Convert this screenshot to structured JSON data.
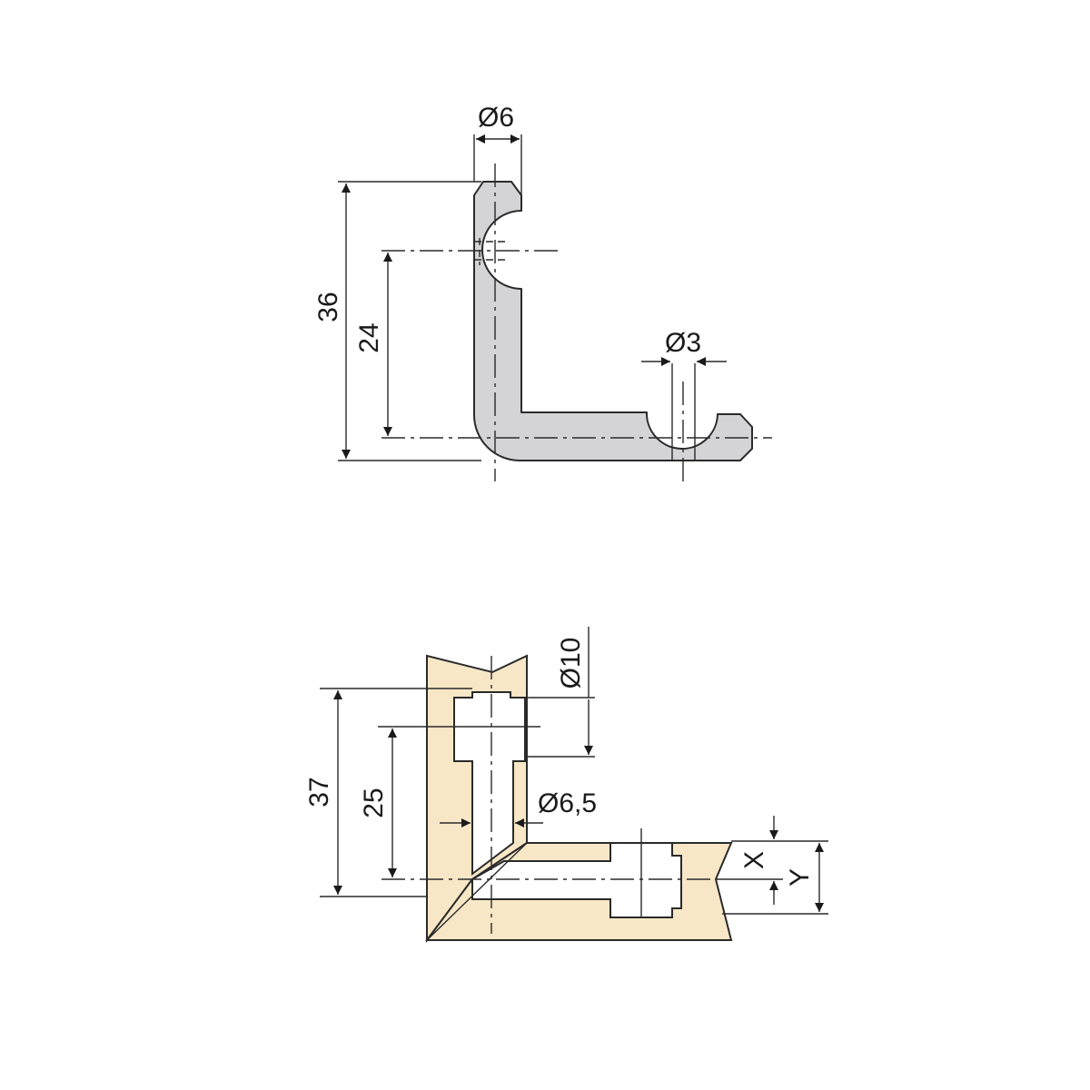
{
  "colors": {
    "part_fill": "#d4d4d6",
    "wood_fill": "#f7e7c6",
    "line": "#2a2a2a",
    "background": "#ffffff"
  },
  "connector_view": {
    "dim_pin_diameter": "Ø6",
    "dim_small_hole": "Ø3",
    "dim_total_height": "36",
    "dim_center_height": "24"
  },
  "assembly_view": {
    "dim_bore_diameter": "Ø10",
    "dim_shaft_diameter": "Ø6,5",
    "dim_total_height": "37",
    "dim_center_height": "25",
    "dim_x": "X",
    "dim_y": "Y"
  }
}
